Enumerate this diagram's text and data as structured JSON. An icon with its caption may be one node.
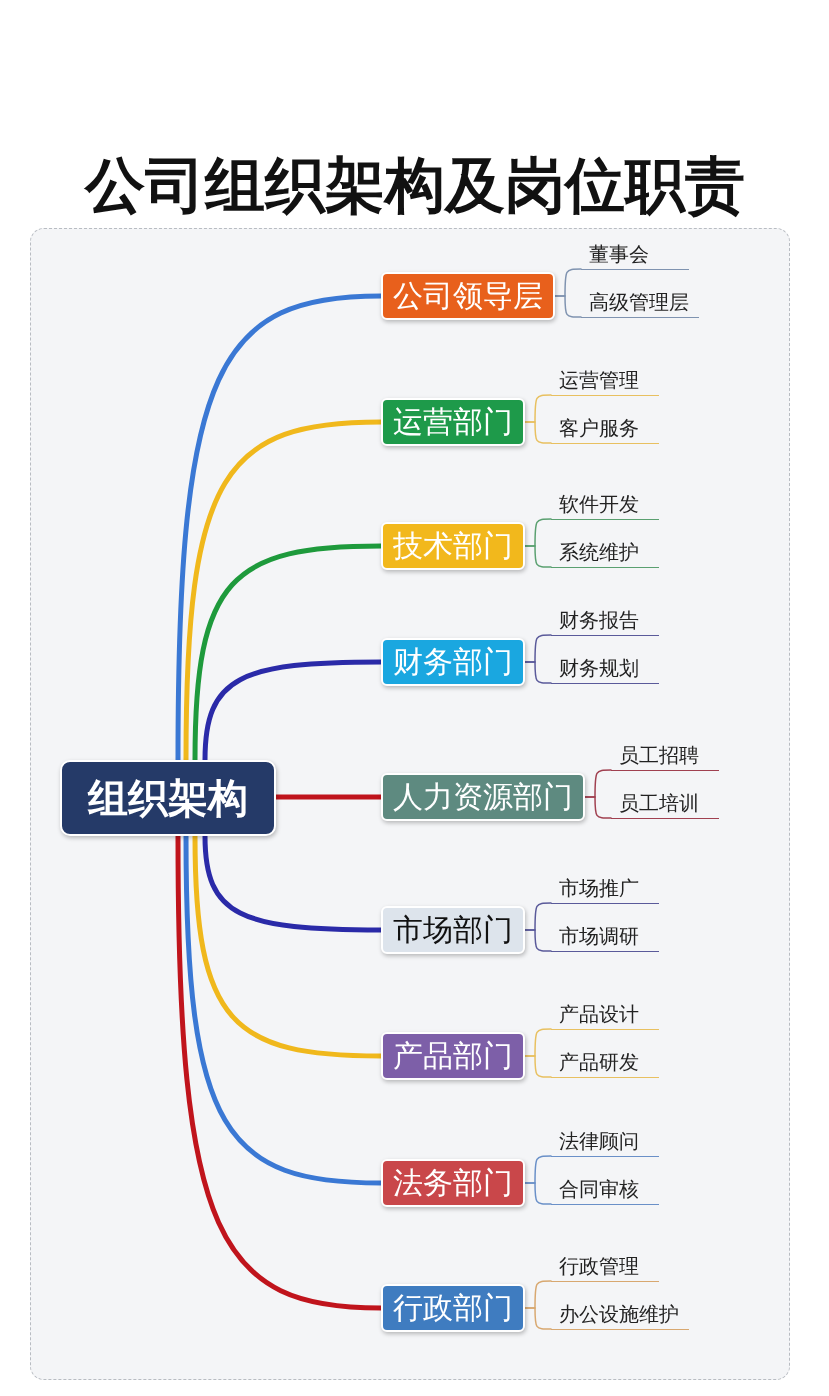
{
  "diagram": {
    "title": "公司组织架构及岗位职责",
    "nodes": [
      {
        "text": [
          "组织架构"
        ]
      },
      {
        "text": [
          "公司领导层"
        ]
      },
      {
        "text": [
          "董事会"
        ]
      },
      {
        "text": [
          "高级管理层"
        ]
      },
      {
        "text": [
          "运营部门"
        ]
      },
      {
        "text": [
          "运营管理"
        ]
      },
      {
        "text": [
          "客户服务"
        ]
      },
      {
        "text": [
          "技术部门"
        ]
      },
      {
        "text": [
          "软件开发"
        ]
      },
      {
        "text": [
          "系统维护"
        ]
      },
      {
        "text": [
          "财务部门"
        ]
      },
      {
        "text": [
          "财务报告"
        ]
      },
      {
        "text": [
          "财务规划"
        ]
      },
      {
        "text": [
          "人力资源部门"
        ]
      },
      {
        "text": [
          "员工招聘"
        ]
      },
      {
        "text": [
          "员工培训"
        ]
      },
      {
        "text": [
          "市场部门"
        ]
      },
      {
        "text": [
          "市场推广"
        ]
      },
      {
        "text": [
          "市场调研"
        ]
      },
      {
        "text": [
          "产品部门"
        ]
      },
      {
        "text": [
          "产品设计"
        ]
      },
      {
        "text": [
          "产品研发"
        ]
      },
      {
        "text": [
          "法务部门"
        ]
      },
      {
        "text": [
          "法律顾问"
        ]
      },
      {
        "text": [
          "合同审核"
        ]
      },
      {
        "text": [
          "行政部门"
        ]
      },
      {
        "text": [
          "行政管理"
        ]
      },
      {
        "text": [
          "办公设施维护"
        ]
      }
    ],
    "edges": [
      {
        "from": 0,
        "to": 1,
        "arrow": "none",
        "style": "thick",
        "color": "#3a78d4"
      },
      {
        "from": 0,
        "to": 4,
        "arrow": "none",
        "style": "thick",
        "color": "#f0b81c"
      },
      {
        "from": 0,
        "to": 7,
        "arrow": "none",
        "style": "thick",
        "color": "#1e9a3c"
      },
      {
        "from": 0,
        "to": 10,
        "arrow": "none",
        "style": "thick",
        "color": "#2a2aa8"
      },
      {
        "from": 0,
        "to": 13,
        "arrow": "none",
        "style": "thick",
        "color": "#c0141c"
      },
      {
        "from": 0,
        "to": 16,
        "arrow": "none",
        "style": "thick",
        "color": "#2a2aa8"
      },
      {
        "from": 0,
        "to": 19,
        "arrow": "none",
        "style": "thick",
        "color": "#f0b81c"
      },
      {
        "from": 0,
        "to": 22,
        "arrow": "none",
        "style": "thick",
        "color": "#3a78d4"
      },
      {
        "from": 0,
        "to": 25,
        "arrow": "none",
        "style": "thick",
        "color": "#c0141c"
      },
      {
        "from": 1,
        "to": 2,
        "arrow": "none",
        "color": "#7f93b0"
      },
      {
        "from": 1,
        "to": 3,
        "arrow": "none",
        "color": "#7f93b0"
      },
      {
        "from": 4,
        "to": 5,
        "arrow": "none",
        "color": "#e8c060"
      },
      {
        "from": 4,
        "to": 6,
        "arrow": "none",
        "color": "#e8c060"
      },
      {
        "from": 7,
        "to": 8,
        "arrow": "none",
        "color": "#5aa070"
      },
      {
        "from": 7,
        "to": 9,
        "arrow": "none",
        "color": "#5aa070"
      },
      {
        "from": 10,
        "to": 11,
        "arrow": "none",
        "color": "#5a5a9a"
      },
      {
        "from": 10,
        "to": 12,
        "arrow": "none",
        "color": "#5a5a9a"
      },
      {
        "from": 13,
        "to": 14,
        "arrow": "none",
        "color": "#a04050"
      },
      {
        "from": 13,
        "to": 15,
        "arrow": "none",
        "color": "#a04050"
      },
      {
        "from": 16,
        "to": 17,
        "arrow": "none",
        "color": "#5a5a9a"
      },
      {
        "from": 16,
        "to": 18,
        "arrow": "none",
        "color": "#5a5a9a"
      },
      {
        "from": 19,
        "to": 20,
        "arrow": "none",
        "color": "#e8c060"
      },
      {
        "from": 19,
        "to": 21,
        "arrow": "none",
        "color": "#e8c060"
      },
      {
        "from": 22,
        "to": 23,
        "arrow": "none",
        "color": "#6a90c8"
      },
      {
        "from": 22,
        "to": 24,
        "arrow": "none",
        "color": "#6a90c8"
      },
      {
        "from": 25,
        "to": 26,
        "arrow": "none",
        "color": "#d8a870"
      },
      {
        "from": 25,
        "to": 27,
        "arrow": "none",
        "color": "#d8a870"
      }
    ]
  }
}
